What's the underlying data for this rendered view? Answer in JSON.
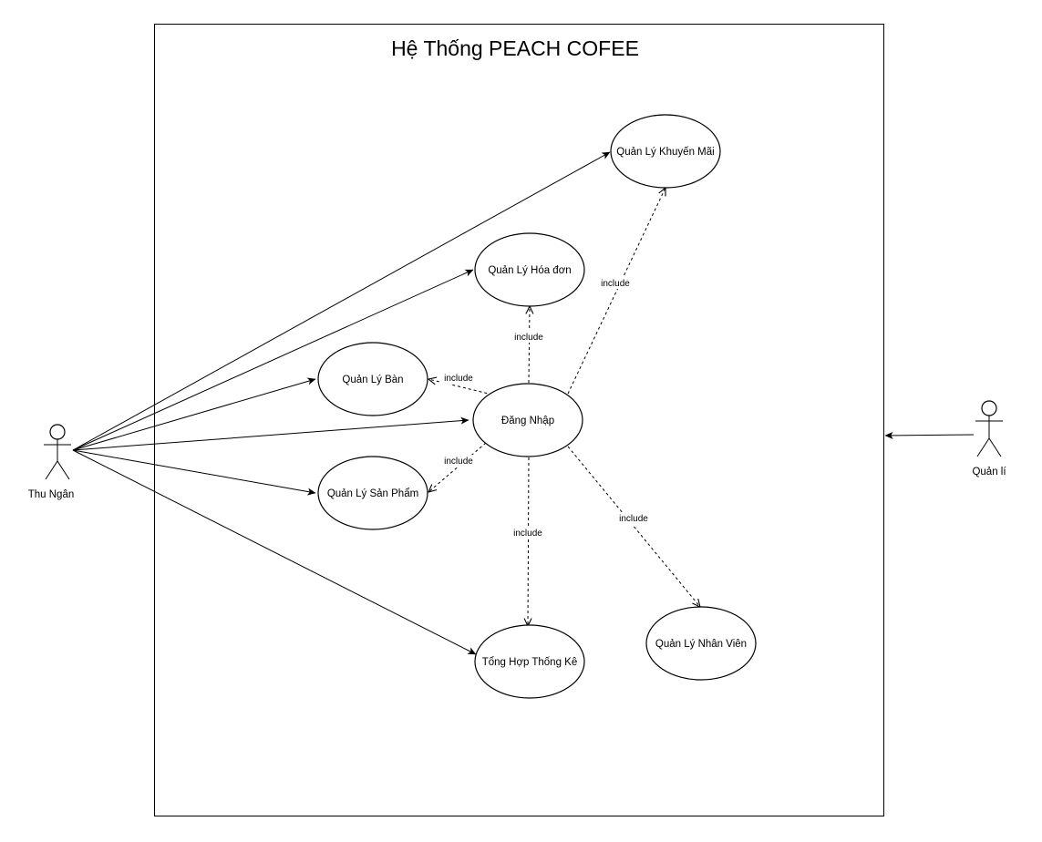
{
  "system": {
    "title": "Hệ Thống PEACH COFEE"
  },
  "actors": {
    "cashier": "Thu Ngân",
    "manager": "Quản lí"
  },
  "use_cases": {
    "promotion": "Quản Lý Khuyến Mãi",
    "invoice": "Quản Lý Hóa đơn",
    "table": "Quản Lý Bàn",
    "login": "Đăng Nhập",
    "product": "Quản Lý Sản Phẩm",
    "statistics": "Tổng Hợp Thống Kê",
    "staff": "Quản Lý Nhân Viên"
  },
  "relations": {
    "include_label": "include"
  }
}
